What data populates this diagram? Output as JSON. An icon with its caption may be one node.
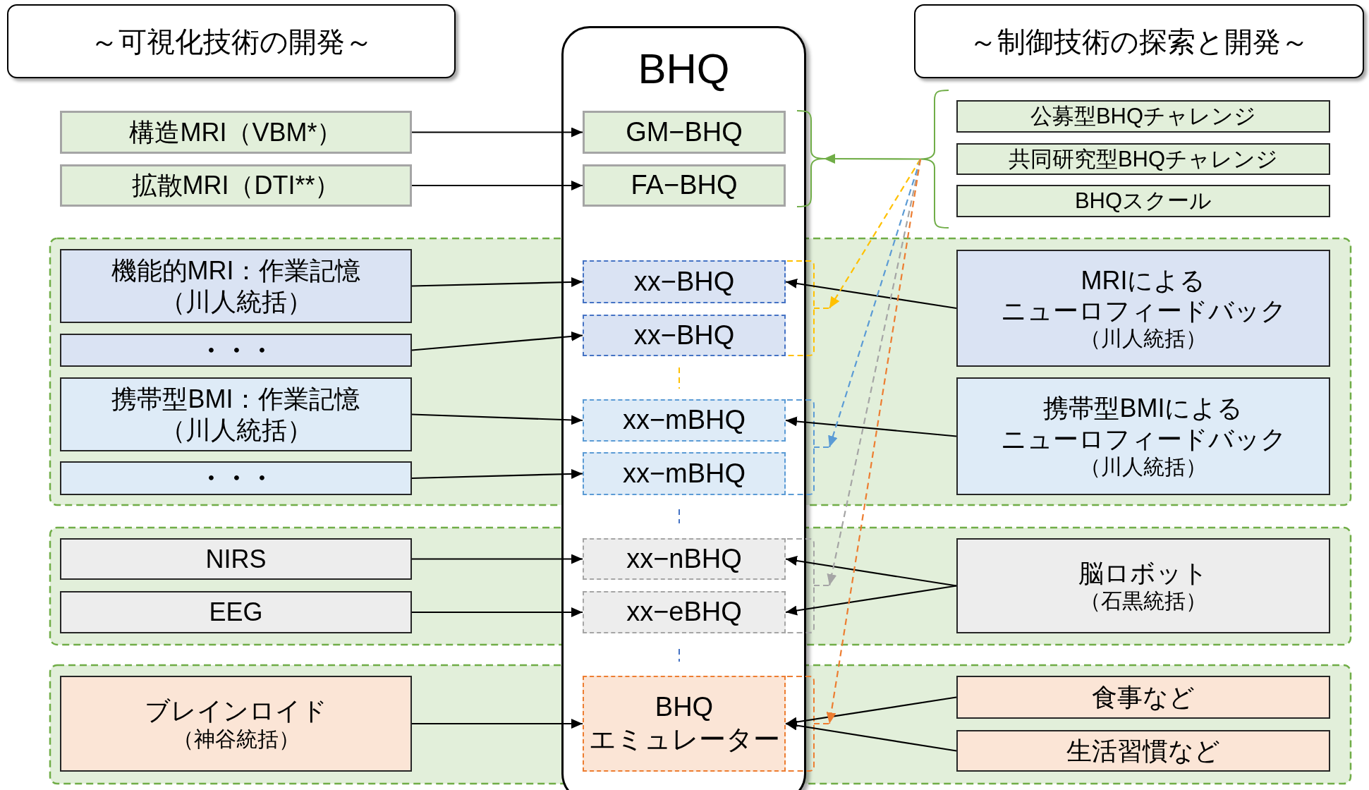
{
  "diagram": {
    "nodes": [
      {
        "text": [
          "～可視化技術の開発～"
        ]
      },
      {
        "text": [
          "BHQ"
        ]
      },
      {
        "text": [
          "～制御技術の探索と開発～"
        ]
      },
      {
        "text": [
          "構造MRI（VBM*）"
        ]
      },
      {
        "text": [
          "拡散MRI（DTI**）"
        ]
      },
      {
        "text": [
          "機能的MRI：作業記憶",
          "（川人統括）"
        ]
      },
      {
        "text": [
          "・・・"
        ]
      },
      {
        "text": [
          "携帯型BMI：作業記憶",
          "（川人統括）"
        ]
      },
      {
        "text": [
          "・・・"
        ]
      },
      {
        "text": [
          "NIRS"
        ]
      },
      {
        "text": [
          "EEG"
        ]
      },
      {
        "text": [
          "ブレインロイド",
          "（神谷統括）"
        ]
      },
      {
        "text": [
          "GM−BHQ"
        ],
        "in": 1
      },
      {
        "text": [
          "FA−BHQ"
        ],
        "in": 1
      },
      {
        "text": [
          "xx−BHQ"
        ],
        "in": 1
      },
      {
        "text": [
          "xx−BHQ"
        ],
        "in": 1
      },
      {
        "text": [
          "xx−mBHQ"
        ],
        "in": 1
      },
      {
        "text": [
          "xx−mBHQ"
        ],
        "in": 1
      },
      {
        "text": [
          "xx−nBHQ"
        ],
        "in": 1
      },
      {
        "text": [
          "xx−eBHQ"
        ],
        "in": 1
      },
      {
        "text": [
          "BHQ",
          "エミュレーター"
        ],
        "in": 1
      },
      {
        "text": [
          "公募型BHQチャレンジ"
        ]
      },
      {
        "text": [
          "共同研究型BHQチャレンジ"
        ]
      },
      {
        "text": [
          "BHQスクール"
        ]
      },
      {
        "text": [
          "MRIによる",
          "ニューロフィードバック",
          "（川人統括）"
        ]
      },
      {
        "text": [
          "携帯型BMIによる",
          "ニューロフィードバック",
          "（川人統括）"
        ]
      },
      {
        "text": [
          "脳ロボット",
          "（石黒統括）"
        ]
      },
      {
        "text": [
          "食事など"
        ]
      },
      {
        "text": [
          "生活習慣など"
        ]
      },
      {
        "text": [],
        "shape": "brace"
      },
      {
        "text": [],
        "shape": "brace"
      },
      {
        "text": [],
        "shape": "bracket"
      },
      {
        "text": [],
        "shape": "bracket"
      },
      {
        "text": [],
        "shape": "bracket"
      },
      {
        "text": [],
        "shape": "bracket"
      }
    ],
    "edges": [
      {
        "from": 3,
        "to": 12,
        "arrow": "to"
      },
      {
        "from": 4,
        "to": 13,
        "arrow": "to"
      },
      {
        "from": 5,
        "to": 14,
        "arrow": "to"
      },
      {
        "from": 6,
        "to": 15,
        "arrow": "to"
      },
      {
        "from": 7,
        "to": 16,
        "arrow": "to"
      },
      {
        "from": 8,
        "to": 17,
        "arrow": "to"
      },
      {
        "from": 9,
        "to": 18,
        "arrow": "to"
      },
      {
        "from": 10,
        "to": 19,
        "arrow": "to"
      },
      {
        "from": 11,
        "to": 20,
        "arrow": "to"
      },
      {
        "from": 24,
        "to": 14,
        "arrow": "to"
      },
      {
        "from": 25,
        "to": 16,
        "arrow": "to"
      },
      {
        "from": 26,
        "to": 18,
        "arrow": "to"
      },
      {
        "from": 26,
        "to": 19,
        "arrow": "to"
      },
      {
        "from": 27,
        "to": 20,
        "arrow": "to"
      },
      {
        "from": 28,
        "to": 20,
        "arrow": "to"
      },
      {
        "from": 30,
        "to": 29,
        "arrow": "to",
        "color": "#70ad47"
      },
      {
        "from": 30,
        "to": 31,
        "arrow": "to",
        "style": "dashed",
        "color": "#ffc000"
      },
      {
        "from": 30,
        "to": 32,
        "arrow": "to",
        "style": "dashed",
        "color": "#5b9bd5"
      },
      {
        "from": 30,
        "to": 33,
        "arrow": "to",
        "style": "dashed",
        "color": "#a5a5a5"
      },
      {
        "from": 30,
        "to": 34,
        "arrow": "to",
        "style": "dashed",
        "color": "#ed7d31"
      }
    ]
  }
}
